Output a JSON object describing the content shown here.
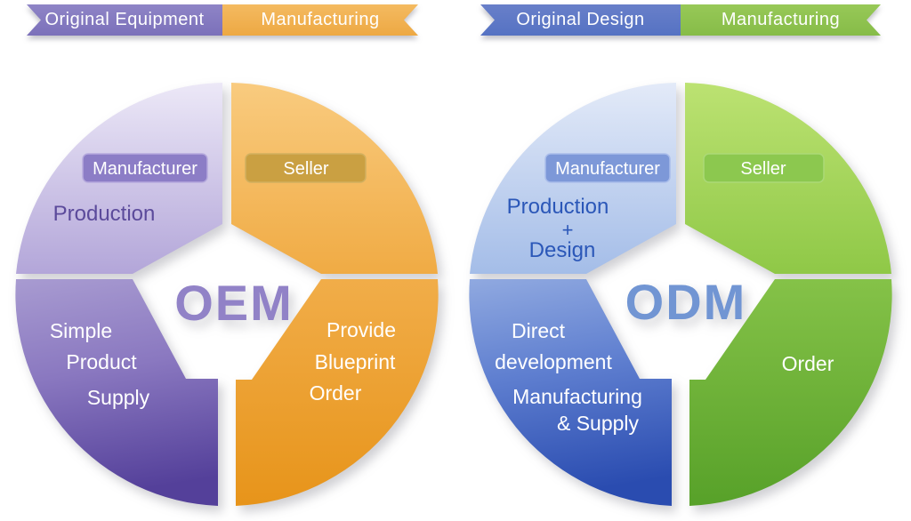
{
  "palette": {
    "banner_purple": "#8278be",
    "banner_orange": "#f0ae4c",
    "banner_blue": "#5b78c6",
    "banner_green": "#8dc152",
    "oem_lavender_top": "#c9bfe4",
    "oem_purple_bottom": "#5b479d",
    "oem_orange_top": "#f6c270",
    "oem_orange_bottom": "#ea9b24",
    "oem_title_color": "#9182c7",
    "oem_label_purple": "#5b4a9b",
    "odm_blue_top": "#b9cbee",
    "odm_blue_bottom": "#2b4db1",
    "odm_green_top": "#a2d456",
    "odm_green_bottom": "#61a92e",
    "odm_title_color": "#7195d3",
    "odm_label_blue": "#2b57b8",
    "white_text": "#ffffff"
  },
  "banners": {
    "oem": {
      "left": "Original Equipment",
      "right": "Manufacturing"
    },
    "odm": {
      "left": "Original Design",
      "right": "Manufacturing"
    }
  },
  "oem": {
    "title": "OEM",
    "manufacturer_chip": "Manufacturer",
    "seller_chip": "Seller",
    "manufacturer_top": [
      "Production"
    ],
    "manufacturer_bottom": [
      "Simple",
      "Product",
      "Supply"
    ],
    "seller_bottom": [
      "Provide",
      "Blueprint",
      "Order"
    ]
  },
  "odm": {
    "title": "ODM",
    "manufacturer_chip": "Manufacturer",
    "seller_chip": "Seller",
    "manufacturer_top": [
      "Production",
      "+",
      "Design"
    ],
    "manufacturer_bottom": [
      "Direct",
      "development",
      "Manufacturing",
      "& Supply"
    ],
    "seller_bottom": [
      "Order"
    ]
  }
}
